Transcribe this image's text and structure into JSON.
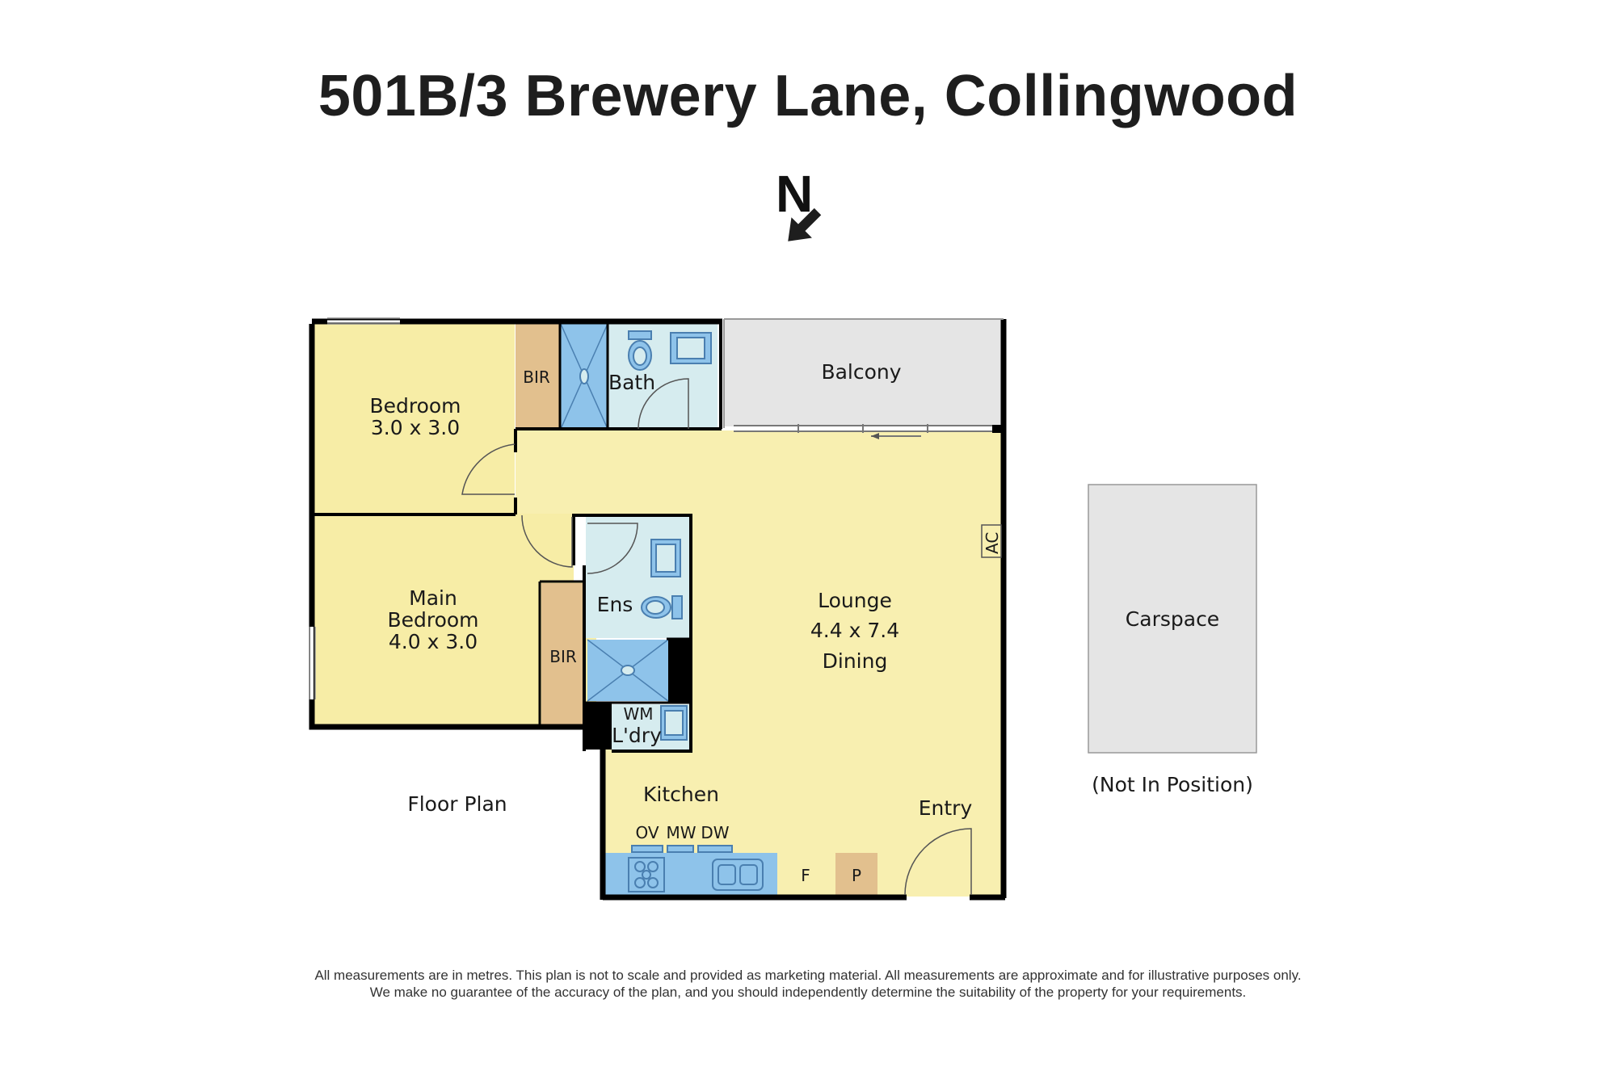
{
  "header": {
    "title": "501B/3 Brewery Lane, Collingwood"
  },
  "compass": {
    "letter": "N"
  },
  "rooms": {
    "bedroom": {
      "name": "Bedroom",
      "size": "3.0 x 3.0"
    },
    "bir1": {
      "name": "BIR"
    },
    "bath": {
      "name": "Bath"
    },
    "balcony": {
      "name": "Balcony"
    },
    "main_bedroom": {
      "line1": "Main",
      "line2": "Bedroom",
      "size": "4.0 x 3.0"
    },
    "bir2": {
      "name": "BIR"
    },
    "ensuite": {
      "name": "Ens"
    },
    "laundry": {
      "name": "L'dry",
      "appliance": "WM"
    },
    "lounge": {
      "name": "Lounge",
      "size": "4.4 x 7.4",
      "name2": "Dining"
    },
    "kitchen": {
      "name": "Kitchen",
      "appliances": [
        "OV",
        "MW",
        "DW"
      ]
    },
    "fridge": {
      "name": "F"
    },
    "pantry": {
      "name": "P"
    },
    "entry": {
      "name": "Entry"
    },
    "ac": {
      "name": "AC"
    }
  },
  "carspace": {
    "name": "Carspace",
    "note": "(Not In Position)"
  },
  "plan_label": "Floor Plan",
  "colors": {
    "yellow": "#f8efb0",
    "bedroom_yellow": "#f7eda6",
    "wet_area": "#d6ecef",
    "blue_fixture": "#8ec3ea",
    "joinery": "#e2c08e",
    "balcony": "#e5e5e5",
    "wall": "#000000"
  },
  "disclaimer": {
    "line1": "All measurements are in metres. This plan is not to scale and provided as marketing material. All measurements are approximate and for illustrative purposes only.",
    "line2": "We make no guarantee of the accuracy of the plan, and you should independently determine the suitability of the property for your requirements."
  }
}
